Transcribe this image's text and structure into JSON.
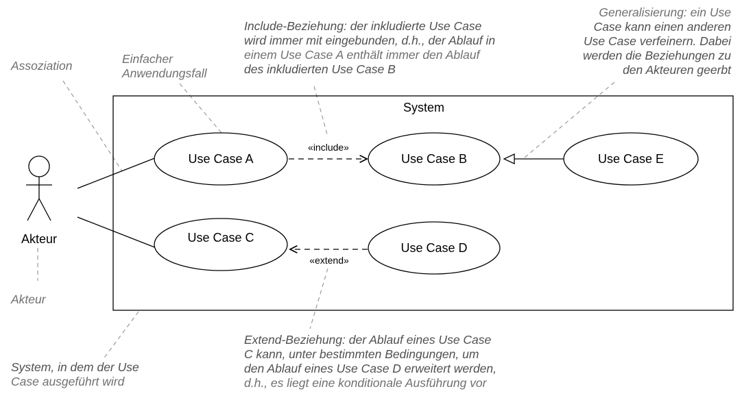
{
  "system": {
    "label": "System"
  },
  "actor": {
    "label": "Akteur"
  },
  "use_cases": {
    "a": "Use Case A",
    "b": "Use Case B",
    "c": "Use Case C",
    "d": "Use Case D",
    "e": "Use Case E"
  },
  "stereotypes": {
    "include": "«include»",
    "extend": "«extend»"
  },
  "annotations": {
    "assoziation": "Assoziation",
    "einfacher": [
      "Einfacher",
      "Anwendungsfall"
    ],
    "include": [
      "Include-Beziehung: der inkludierte Use Case",
      "wird immer mit eingebunden, d.h., der Ablauf in",
      "einem Use Case A enthält immer den Ablauf",
      "des inkludierten Use Case B"
    ],
    "generalisierung": [
      "Generalisierung: ein Use",
      "Case kann einen anderen",
      "Use Case verfeinern. Dabei",
      "werden die Beziehungen zu",
      "den Akteuren geerbt"
    ],
    "akteur": "Akteur",
    "system": [
      "System, in dem der Use",
      "Case ausgeführt wird"
    ],
    "extend": [
      "Extend-Beziehung: der Ablauf eines Use Case",
      "C kann, unter bestimmten Bedingungen, um",
      "den Ablauf eines Use Case D erweitert werden,",
      "d.h., es liegt eine konditionale Ausführung vor"
    ]
  }
}
